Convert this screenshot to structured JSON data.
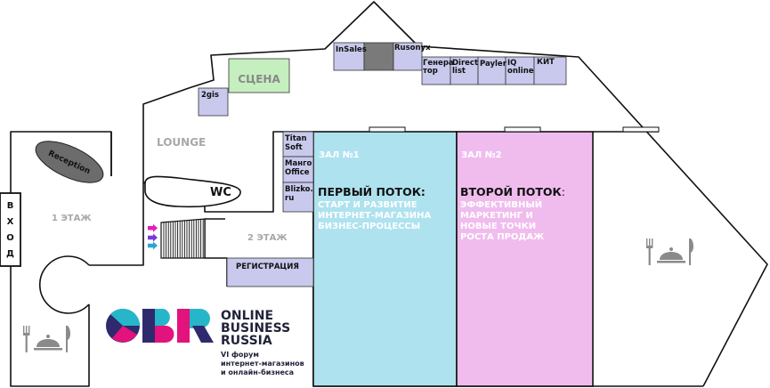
{
  "colors": {
    "booth": "#c8c9ec",
    "booth_dark": "#7a7a7a",
    "stage": "#c6efbf",
    "hall1": "#aee2ef",
    "hall2": "#f0bcee",
    "reception": "#6c6c6c",
    "logo_blue": "#2f2a6e",
    "logo_teal": "#27b6c9",
    "logo_pink": "#e2137c"
  },
  "labels": {
    "scene": "СЦЕНА",
    "lounge": "LOUNGE",
    "wc": "WC",
    "reception": "Reception",
    "floor1": "1 ЭТАЖ",
    "floor2": "2 ЭТАЖ",
    "registration": "РЕГИСТРАЦИЯ",
    "entrance": [
      "В",
      "Х",
      "О",
      "Д"
    ]
  },
  "booths": {
    "insales": "InSales",
    "rusonyx": "Rusonyx",
    "generator": [
      "Генера",
      "тор"
    ],
    "directlist": [
      "Direct",
      "list"
    ],
    "payler": "Payler",
    "iqonline": [
      "IQ",
      "online"
    ],
    "kit": "КИТ",
    "twogis": "2gis",
    "titansoft": [
      "Titan",
      "Soft"
    ],
    "mango": [
      "Манго",
      "Office"
    ],
    "blizko": [
      "Blizko.",
      "ru"
    ]
  },
  "halls": {
    "hall1": {
      "name": "ЗАЛ №1",
      "title": "ПЕРВЫЙ ПОТОК:",
      "lines": [
        "СТАРТ И РАЗВИТИЕ",
        "ИНТЕРНЕТ-МАГАЗИНА",
        "БИЗНЕС-ПРОЦЕССЫ"
      ]
    },
    "hall2": {
      "name": "ЗАЛ №2",
      "title_bold": "ВТОРОЙ ПОТОК",
      "title_rest": ":",
      "lines": [
        "ЭФФЕКТИВНЫЙ",
        "МАРКЕТИНГ И",
        "НОВЫЕ ТОЧКИ",
        "РОСТА ПРОДАЖ"
      ]
    }
  },
  "logo": {
    "words": [
      "ONLINE",
      "BUSINESS",
      "RUSSIA"
    ],
    "sub": [
      "VI форум",
      "интернет-магазинов",
      "и онлайн-бизнеса"
    ]
  }
}
